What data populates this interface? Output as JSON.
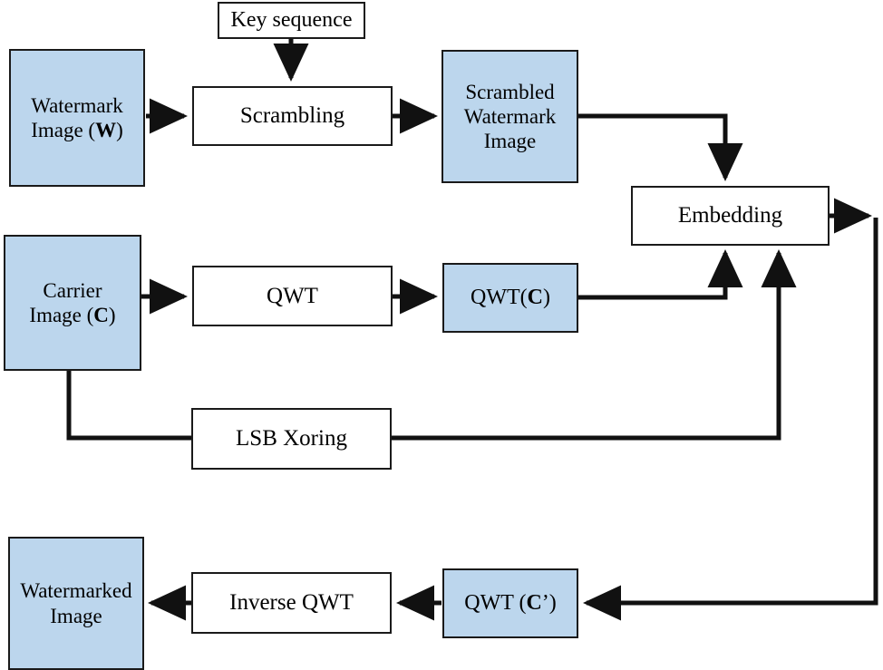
{
  "diagram": {
    "title": "Watermark embedding process block diagram",
    "colors": {
      "block_fill_data": "#bcd6ed",
      "block_fill_process": "#ffffff",
      "stroke": "#1a1a1a",
      "background": "#ffffff"
    },
    "nodes": {
      "key_sequence": {
        "label": "Key sequence",
        "kind": "process"
      },
      "watermark_image": {
        "label": "Watermark\nImage (W)",
        "kind": "data"
      },
      "scrambling": {
        "label": "Scrambling",
        "kind": "process"
      },
      "scrambled_watermark_image": {
        "label": "Scrambled\nWatermark\nImage",
        "kind": "data"
      },
      "embedding": {
        "label": "Embedding",
        "kind": "process"
      },
      "carrier_image": {
        "label": "Carrier\nImage (C)",
        "kind": "data"
      },
      "qwt": {
        "label": "QWT",
        "kind": "process"
      },
      "qwt_c": {
        "label": "QWT(C)",
        "kind": "data"
      },
      "lsb_xoring": {
        "label": "LSB Xoring",
        "kind": "process"
      },
      "watermarked_image": {
        "label": "Watermarked\nImage",
        "kind": "data"
      },
      "inverse_qwt": {
        "label": "Inverse QWT",
        "kind": "process"
      },
      "qwt_c_prime": {
        "label": "QWT (C’)",
        "kind": "data"
      }
    },
    "edges": [
      {
        "name": "key-sequence-to-scrambling",
        "from": "key_sequence",
        "to": "scrambling"
      },
      {
        "name": "watermark-image-to-scrambling",
        "from": "watermark_image",
        "to": "scrambling"
      },
      {
        "name": "scrambling-to-scrambled-watermark-image",
        "from": "scrambling",
        "to": "scrambled_watermark_image"
      },
      {
        "name": "scrambled-watermark-image-to-embedding",
        "from": "scrambled_watermark_image",
        "to": "embedding"
      },
      {
        "name": "carrier-image-to-qwt",
        "from": "carrier_image",
        "to": "qwt"
      },
      {
        "name": "qwt-to-qwt-c",
        "from": "qwt",
        "to": "qwt_c"
      },
      {
        "name": "qwt-c-to-embedding",
        "from": "qwt_c",
        "to": "embedding"
      },
      {
        "name": "carrier-image-to-lsb-xoring",
        "from": "carrier_image",
        "to": "lsb_xoring"
      },
      {
        "name": "lsb-xoring-to-embedding",
        "from": "lsb_xoring",
        "to": "embedding"
      },
      {
        "name": "embedding-to-qwt-c-prime",
        "from": "embedding",
        "to": "qwt_c_prime"
      },
      {
        "name": "qwt-c-prime-to-inverse-qwt",
        "from": "qwt_c_prime",
        "to": "inverse_qwt"
      },
      {
        "name": "inverse-qwt-to-watermarked-image",
        "from": "inverse_qwt",
        "to": "watermarked_image"
      }
    ]
  }
}
